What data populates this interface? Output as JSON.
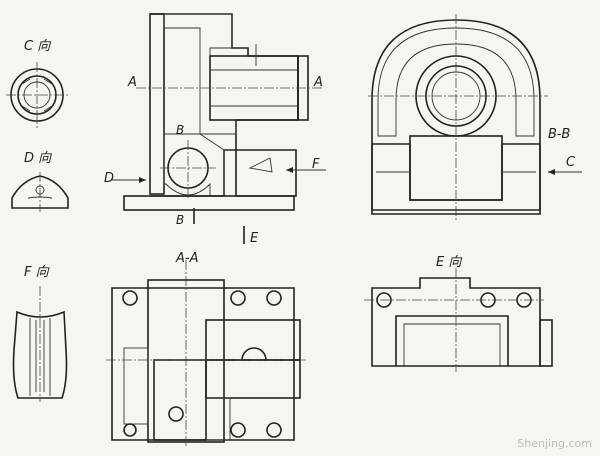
{
  "labels": {
    "view_c": "C 向",
    "view_d": "D 向",
    "view_f": "F 向",
    "section_aa": "A-A",
    "view_e_dir": "E 向",
    "section_bb": "B-B",
    "a_left": "A",
    "a_right": "A",
    "b_top": "B",
    "b_bottom": "B",
    "c_arrow": "C",
    "d_arrow": "D",
    "e_arrow": "E",
    "f_arrow": "F"
  },
  "watermark": "Shenjing.com"
}
